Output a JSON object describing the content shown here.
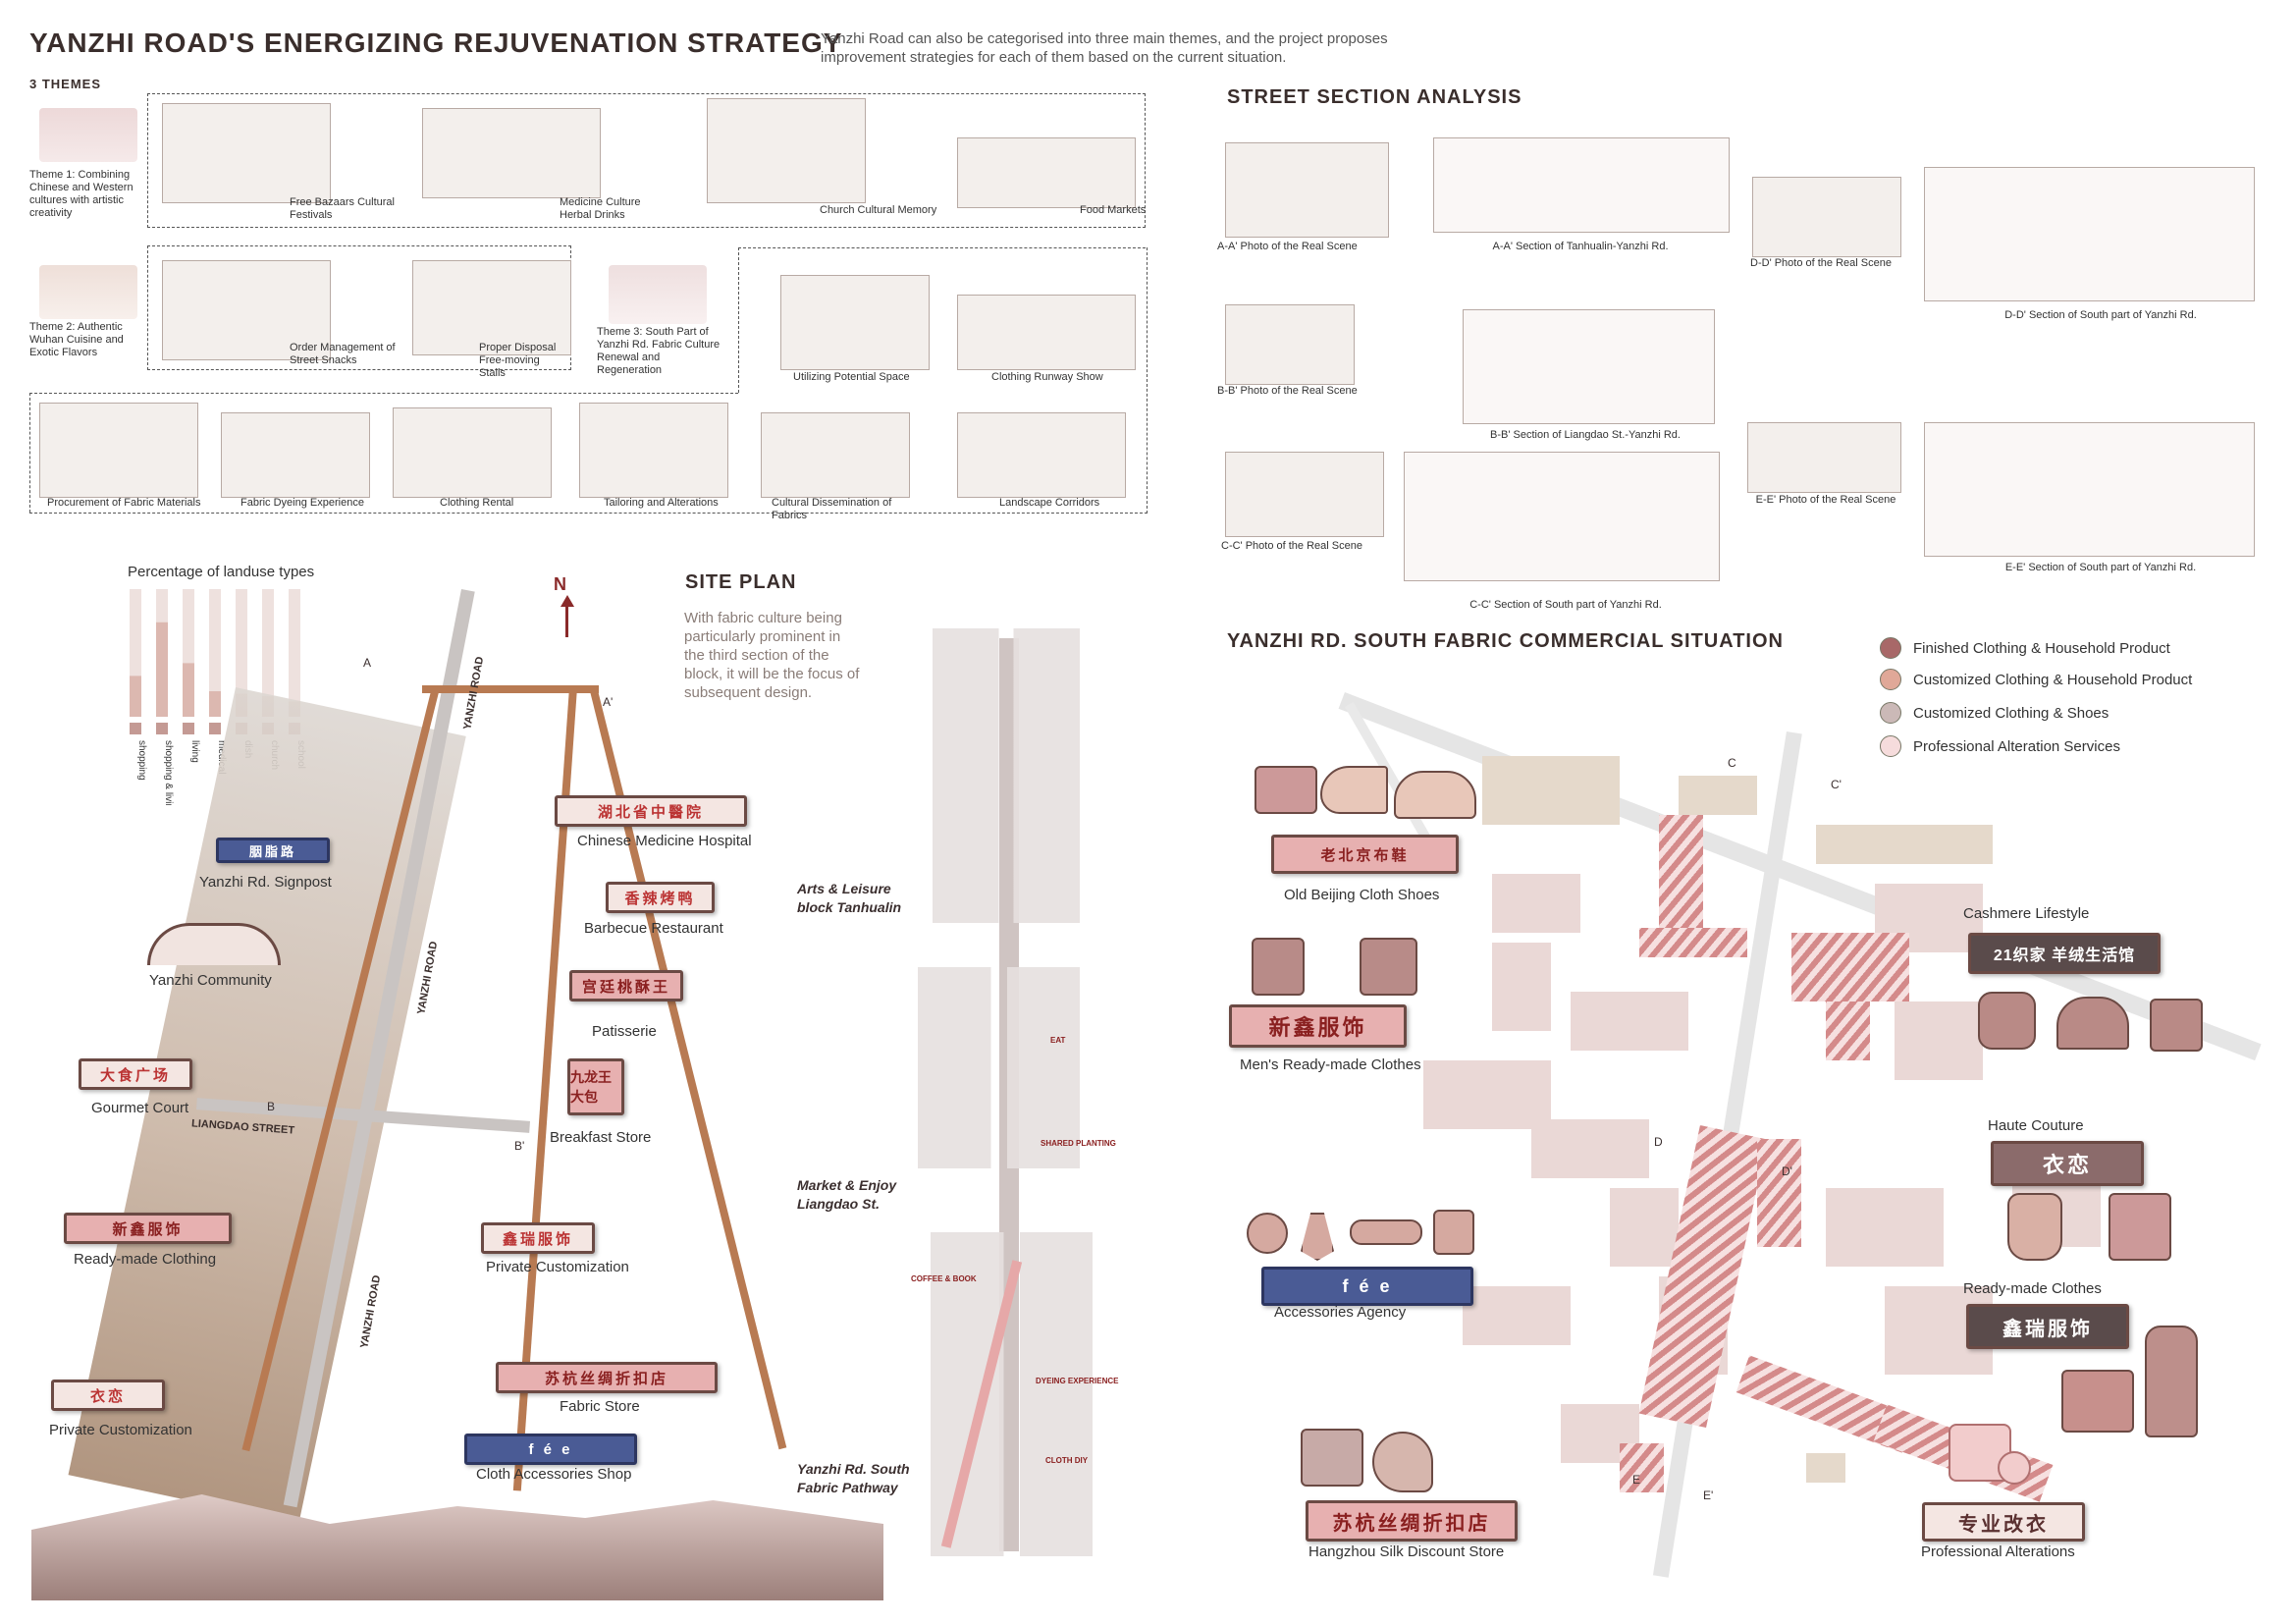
{
  "header": {
    "title": "YANZHI ROAD'S ENERGIZING REJUVENATION STRATEGY",
    "intro": "Yanzhi Road can also be categorised into three main themes, and the project proposes improvement strategies for each of them based on the current situation."
  },
  "themes": {
    "heading": "3 THEMES",
    "theme1": "Theme 1: Combining Chinese and Western cultures with artistic creativity",
    "theme2": "Theme 2: Authentic Wuhan Cuisine and Exotic Flavors",
    "theme3": "Theme 3: South Part of Yanzhi Rd. Fabric Culture Renewal and Regeneration",
    "row1": [
      "Free Bazaars Cultural Festivals",
      "Medicine Culture Herbal Drinks",
      "Church Cultural Memory",
      "Food Markets"
    ],
    "row2": [
      "Order Management of Street Snacks",
      "Proper Disposal Free-moving Stalls",
      "Utilizing Potential Space",
      "Clothing Runway Show"
    ],
    "row3": [
      "Procurement of Fabric Materials",
      "Fabric Dyeing Experience",
      "Clothing Rental",
      "Tailoring and Alterations",
      "Cultural Dissemination of Fabrics",
      "Landscape Corridors"
    ]
  },
  "section": {
    "heading": "STREET SECTION ANALYSIS",
    "captions": {
      "aa_photo": "A-A' Photo of the Real Scene",
      "aa_sec": "A-A' Section of Tanhualin-Yanzhi Rd.",
      "bb_photo": "B-B' Photo of the Real Scene",
      "bb_sec": "B-B' Section of Liangdao St.-Yanzhi Rd.",
      "cc_photo": "C-C' Photo of the Real Scene",
      "cc_sec": "C-C' Section of South part of Yanzhi Rd.",
      "dd_photo": "D-D' Photo of the Real Scene",
      "dd_sec": "D-D' Section of South part of Yanzhi Rd.",
      "ee_photo": "E-E' Photo of the Real Scene",
      "ee_sec": "E-E' Section of South part of Yanzhi Rd."
    }
  },
  "landuse": {
    "title": "Percentage of landuse types",
    "colors": {
      "fill": "#dcb8b0",
      "track": "#eee1de"
    },
    "items": [
      {
        "label": "shopping",
        "value": 0.32
      },
      {
        "label": "shopping & living",
        "value": 0.74
      },
      {
        "label": "living",
        "value": 0.42
      },
      {
        "label": "medical",
        "value": 0.2
      },
      {
        "label": "dish",
        "value": 0.18
      },
      {
        "label": "church",
        "value": 0.16
      },
      {
        "label": "school",
        "value": 0.12
      }
    ]
  },
  "site": {
    "heading": "SITE PLAN",
    "north": "N",
    "text": "With fabric culture being particularly prominent in the third section of the block, it will be the focus of subsequent design.",
    "roads": {
      "r1": "YANZHI ROAD",
      "r2": "YANZHI ROAD",
      "r3": "YANZHI ROAD",
      "street": "LIANGDAO STREET"
    },
    "marks": {
      "a": "A",
      "a2": "A'",
      "b": "B",
      "b2": "B'"
    },
    "labels": {
      "cmh": "Chinese Medicine Hospital",
      "signpost": "Yanzhi Rd. Signpost",
      "bbq": "Barbecue Restaurant",
      "community": "Yanzhi Community",
      "patisserie": "Patisserie",
      "gourmet": "Gourmet Court",
      "breakfast": "Breakfast Store",
      "readymade": "Ready-made Clothing",
      "privcust": "Private Customization",
      "privcust2": "Private Customization",
      "fabric": "Fabric Store",
      "accshop": "Cloth Accessories Shop"
    },
    "signs": {
      "cmh": "湖北省中醫院",
      "signpost": "胭脂路",
      "bbq": "香辣烤鸭",
      "patisserie": "宫廷桃酥王",
      "breakfast": "九龙王大包",
      "readymade": "新鑫服饰",
      "privcust": "鑫瑞服饰",
      "privcust2": "衣恋",
      "fabric": "苏杭丝绸折扣店",
      "accshop": "f é e",
      "gourmet": "大食广场"
    },
    "strip": {
      "a": "Arts & Leisure block Tanhualin",
      "b": "Market & Enjoy Liangdao St.",
      "c": "Yanzhi Rd. South Fabric Pathway",
      "tags": [
        "EAT",
        "SHARED PLANTING",
        "COFFEE & BOOK",
        "DYEING EXPERIENCE",
        "CLOTH DIY"
      ]
    }
  },
  "south": {
    "heading": "YANZHI RD.  SOUTH FABRIC COMMERCIAL SITUATION",
    "legend": [
      {
        "label": "Finished  Clothing & Household Product",
        "color": "#a86868"
      },
      {
        "label": "Customized  Clothing & Household Product",
        "color": "#e0a898"
      },
      {
        "label": "Customized Clothing & Shoes",
        "color": "#cbb9b7"
      },
      {
        "label": "Professional Alteration Services",
        "color": "#f6dcdc"
      }
    ],
    "marks": {
      "c": "C",
      "c2": "C'",
      "d": "D",
      "d2": "D'",
      "e": "E",
      "e2": "E'"
    },
    "labels": {
      "oldbeijing": "Old Beijing Cloth Shoes",
      "mens": "Men's Ready-made Clothes",
      "acc": "Accessories Agency",
      "hangzhou": "Hangzhou Silk Discount Store",
      "cashmere": "Cashmere Lifestyle",
      "haute": "Haute Couture",
      "readymade": "Ready-made Clothes",
      "alter": "Professional Alterations"
    },
    "signs": {
      "oldbeijing": "老北京布鞋",
      "mens": "新鑫服饰",
      "acc": "f é e",
      "hangzhou": "苏杭丝绸折扣店",
      "cashmere": "21织家 羊绒生活馆",
      "haute": "衣恋",
      "readymade": "鑫瑞服饰",
      "alter": "专业改衣"
    }
  }
}
